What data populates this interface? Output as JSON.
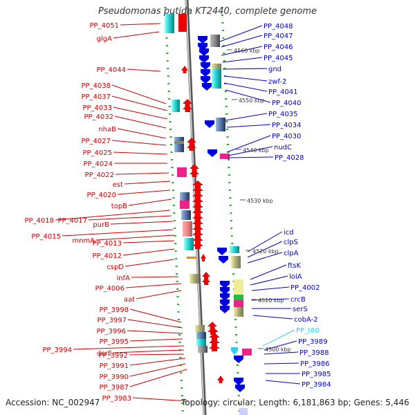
{
  "title": "Pseudomonas putida KT2440, complete genome",
  "footer": {
    "accession": "Accession: NC_002947",
    "summary": "Topology: circular; Length: 6,181,863 bp; Genes: 5,446"
  },
  "colors": {
    "forward_label": "#cc0000",
    "reverse_label": "#0000cc",
    "rna_label": "#33ccee",
    "forward_arrow": "#ee0000",
    "reverse_arrow": "#0000dd",
    "backbone": "#999999",
    "tick": "#22aa22"
  },
  "scale_labels": [
    "4560 kbp",
    "4550 kbp",
    "4540 kbp",
    "4530 kbp",
    "4520 kbp",
    "4510 kbp",
    "4500 kbp"
  ],
  "left_labels": [
    "PP_4051",
    "glgA",
    "PP_4044",
    "PP_4038",
    "PP_4037",
    "PP_4033",
    "PP_4032",
    "nhaB",
    "PP_4027",
    "PP_4025",
    "PP_4024",
    "PP_4022",
    "est",
    "PP_4020",
    "topB",
    "PP_4018",
    "PP_4017",
    "purB",
    "PP_4015",
    "mnmA",
    "PP_4013",
    "PP_4012",
    "cspD",
    "infA",
    "PP_4006",
    "aat",
    "PP_3998",
    "PP_3997",
    "PP_3996",
    "PP_3995",
    "PP_3994",
    "dsrE",
    "PP_3992",
    "PP_3991",
    "PP_3990",
    "PP_3987",
    "PP_3983"
  ],
  "right_labels": [
    "PP_4048",
    "PP_4047",
    "PP_4046",
    "PP_4045",
    "gnd",
    "zwf-2",
    "PP_4041",
    "PP_4040",
    "PP_4035",
    "PP_4034",
    "PP_4030",
    "nudC",
    "PP_4028",
    "icd",
    "clpS",
    "clpA",
    "ftsK",
    "lolA",
    "PP_4002",
    "crcB",
    "serS",
    "cobA-2",
    "PP_t60",
    "PP_3989",
    "PP_3988",
    "PP_3986",
    "PP_3985",
    "PP_3984"
  ]
}
